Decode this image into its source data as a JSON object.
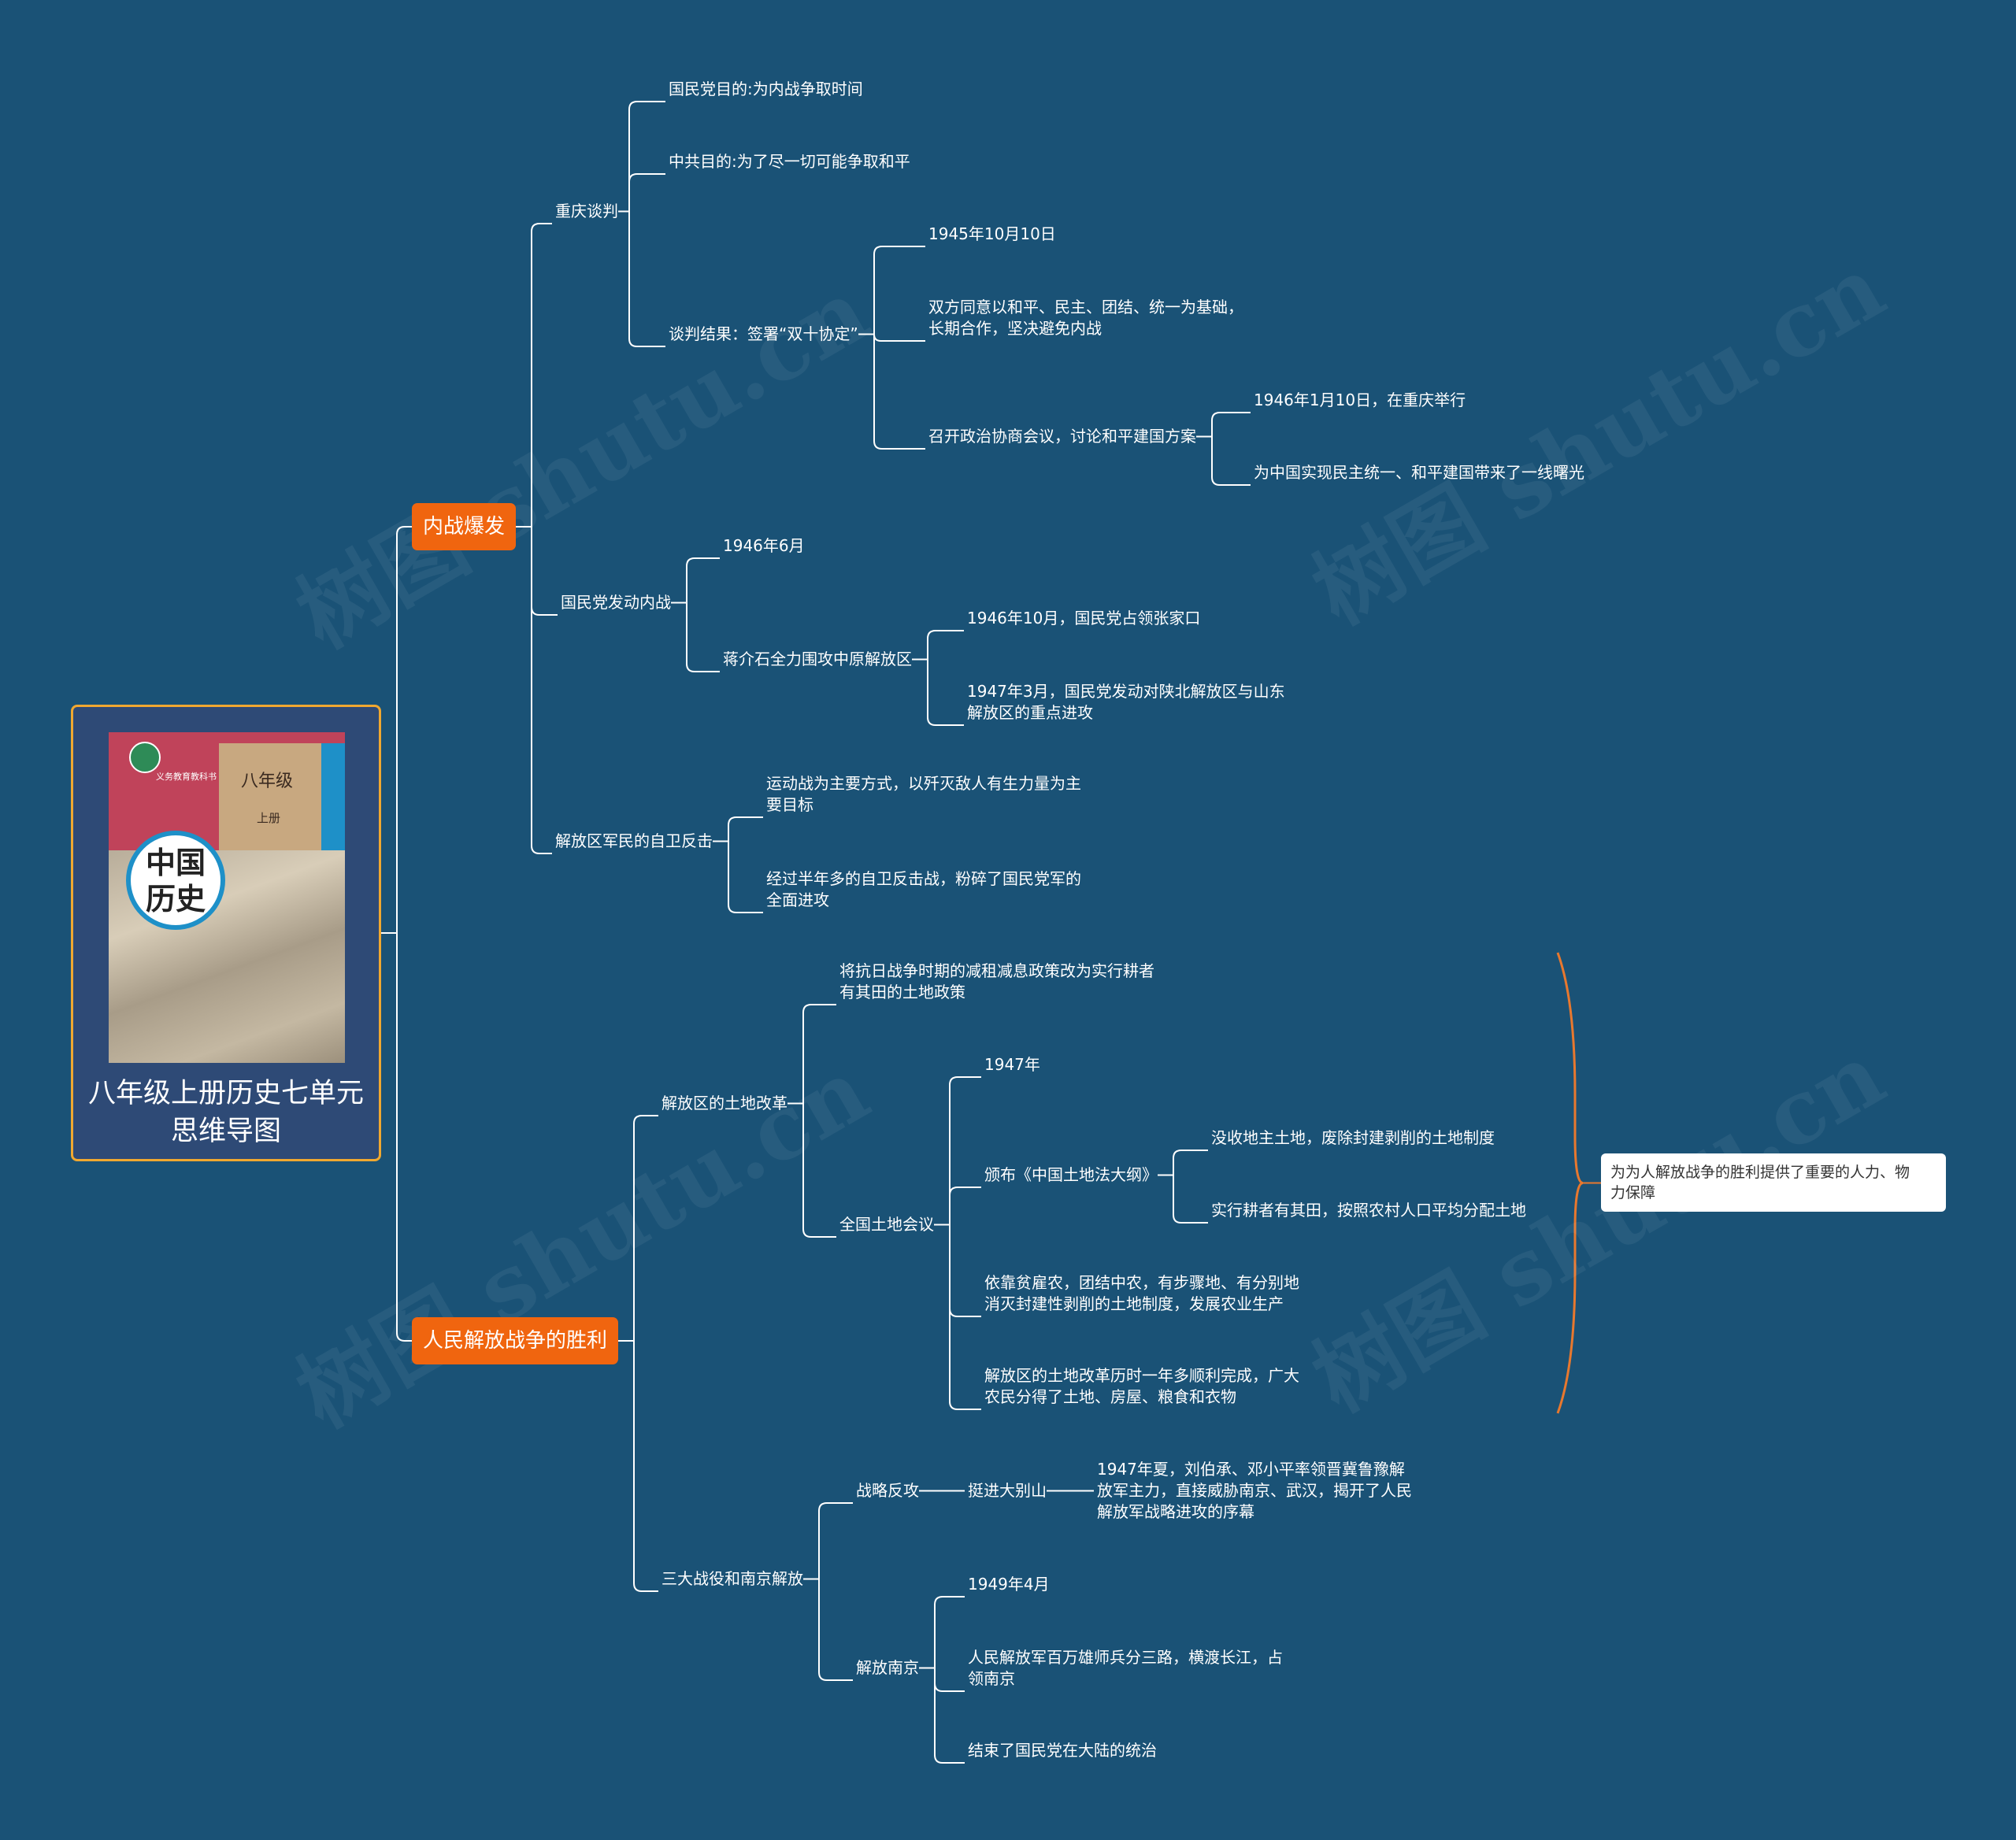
{
  "watermark_text": "树图 shutu.cn",
  "root": {
    "title_lines": [
      "八年级上册历史七单元",
      "思维导图"
    ],
    "cover": {
      "grade": "八年级",
      "volume": "上册",
      "title_lines": [
        "中国",
        "历史"
      ],
      "subtitle": "义务教育教科书"
    }
  },
  "branches": [
    {
      "label": "内战爆发",
      "children": [
        {
          "label": "重庆谈判",
          "children": [
            {
              "label": "国民党目的:为内战争取时间"
            },
            {
              "label": "中共目的:为了尽一切可能争取和平"
            },
            {
              "label": "谈判结果：签署“双十协定”",
              "children": [
                {
                  "label": "1945年10月10日"
                },
                {
                  "label": "双方同意以和平、民主、团结、统一为基础，\n长期合作，坚决避免内战"
                },
                {
                  "label": "召开政治协商会议，讨论和平建国方案",
                  "children": [
                    {
                      "label": "1946年1月10日，在重庆举行"
                    },
                    {
                      "label": "为中国实现民主统一、和平建国带来了一线曙光"
                    }
                  ]
                }
              ]
            }
          ]
        },
        {
          "label": "国民党发动内战",
          "children": [
            {
              "label": "1946年6月"
            },
            {
              "label": "蒋介石全力围攻中原解放区",
              "children": [
                {
                  "label": "1946年10月，国民党占领张家口"
                },
                {
                  "label": "1947年3月，国民党发动对陕北解放区与山东\n解放区的重点进攻"
                }
              ]
            }
          ]
        },
        {
          "label": "解放区军民的自卫反击",
          "children": [
            {
              "label": "运动战为主要方式，以歼灭敌人有生力量为主\n要目标"
            },
            {
              "label": "经过半年多的自卫反击战，粉碎了国民党军的\n全面进攻"
            }
          ]
        }
      ]
    },
    {
      "label": "人民解放战争的胜利",
      "children": [
        {
          "label": "解放区的土地改革",
          "children": [
            {
              "label": "将抗日战争时期的减租减息政策改为实行耕者\n有其田的土地政策"
            },
            {
              "label": "全国土地会议",
              "children": [
                {
                  "label": "1947年"
                },
                {
                  "label": "颁布《中国土地法大纲》",
                  "children": [
                    {
                      "label": "没收地主土地，废除封建剥削的土地制度"
                    },
                    {
                      "label": "实行耕者有其田，按照农村人口平均分配土地"
                    }
                  ]
                },
                {
                  "label": "依靠贫雇农，团结中农，有步骤地、有分别地\n消灭封建性剥削的土地制度，发展农业生产"
                },
                {
                  "label": "解放区的土地改革历时一年多顺利完成，广大\n农民分得了土地、房屋、粮食和衣物"
                }
              ]
            }
          ]
        },
        {
          "label": "三大战役和南京解放",
          "children": [
            {
              "label": "战略反攻",
              "children": [
                {
                  "label": "挺进大别山",
                  "children": [
                    {
                      "label": "1947年夏，刘伯承、邓小平率领晋冀鲁豫解\n放军主力，直接威胁南京、武汉，揭开了人民\n解放军战略进攻的序幕"
                    }
                  ]
                }
              ]
            },
            {
              "label": "解放南京",
              "children": [
                {
                  "label": "1949年4月"
                },
                {
                  "label": "人民解放军百万雄师兵分三路，横渡长江，占\n领南京"
                },
                {
                  "label": "结束了国民党在大陆的统治"
                }
              ]
            }
          ]
        }
      ]
    }
  ],
  "summary": {
    "label": "为为人解放战争的胜利提供了重要的人力、物\n力保障"
  },
  "colors": {
    "background": "#1a5276",
    "branch": "#f0650f",
    "root_border": "#f0a830",
    "link": "#ffffff",
    "summary_brace": "#e8782e"
  }
}
